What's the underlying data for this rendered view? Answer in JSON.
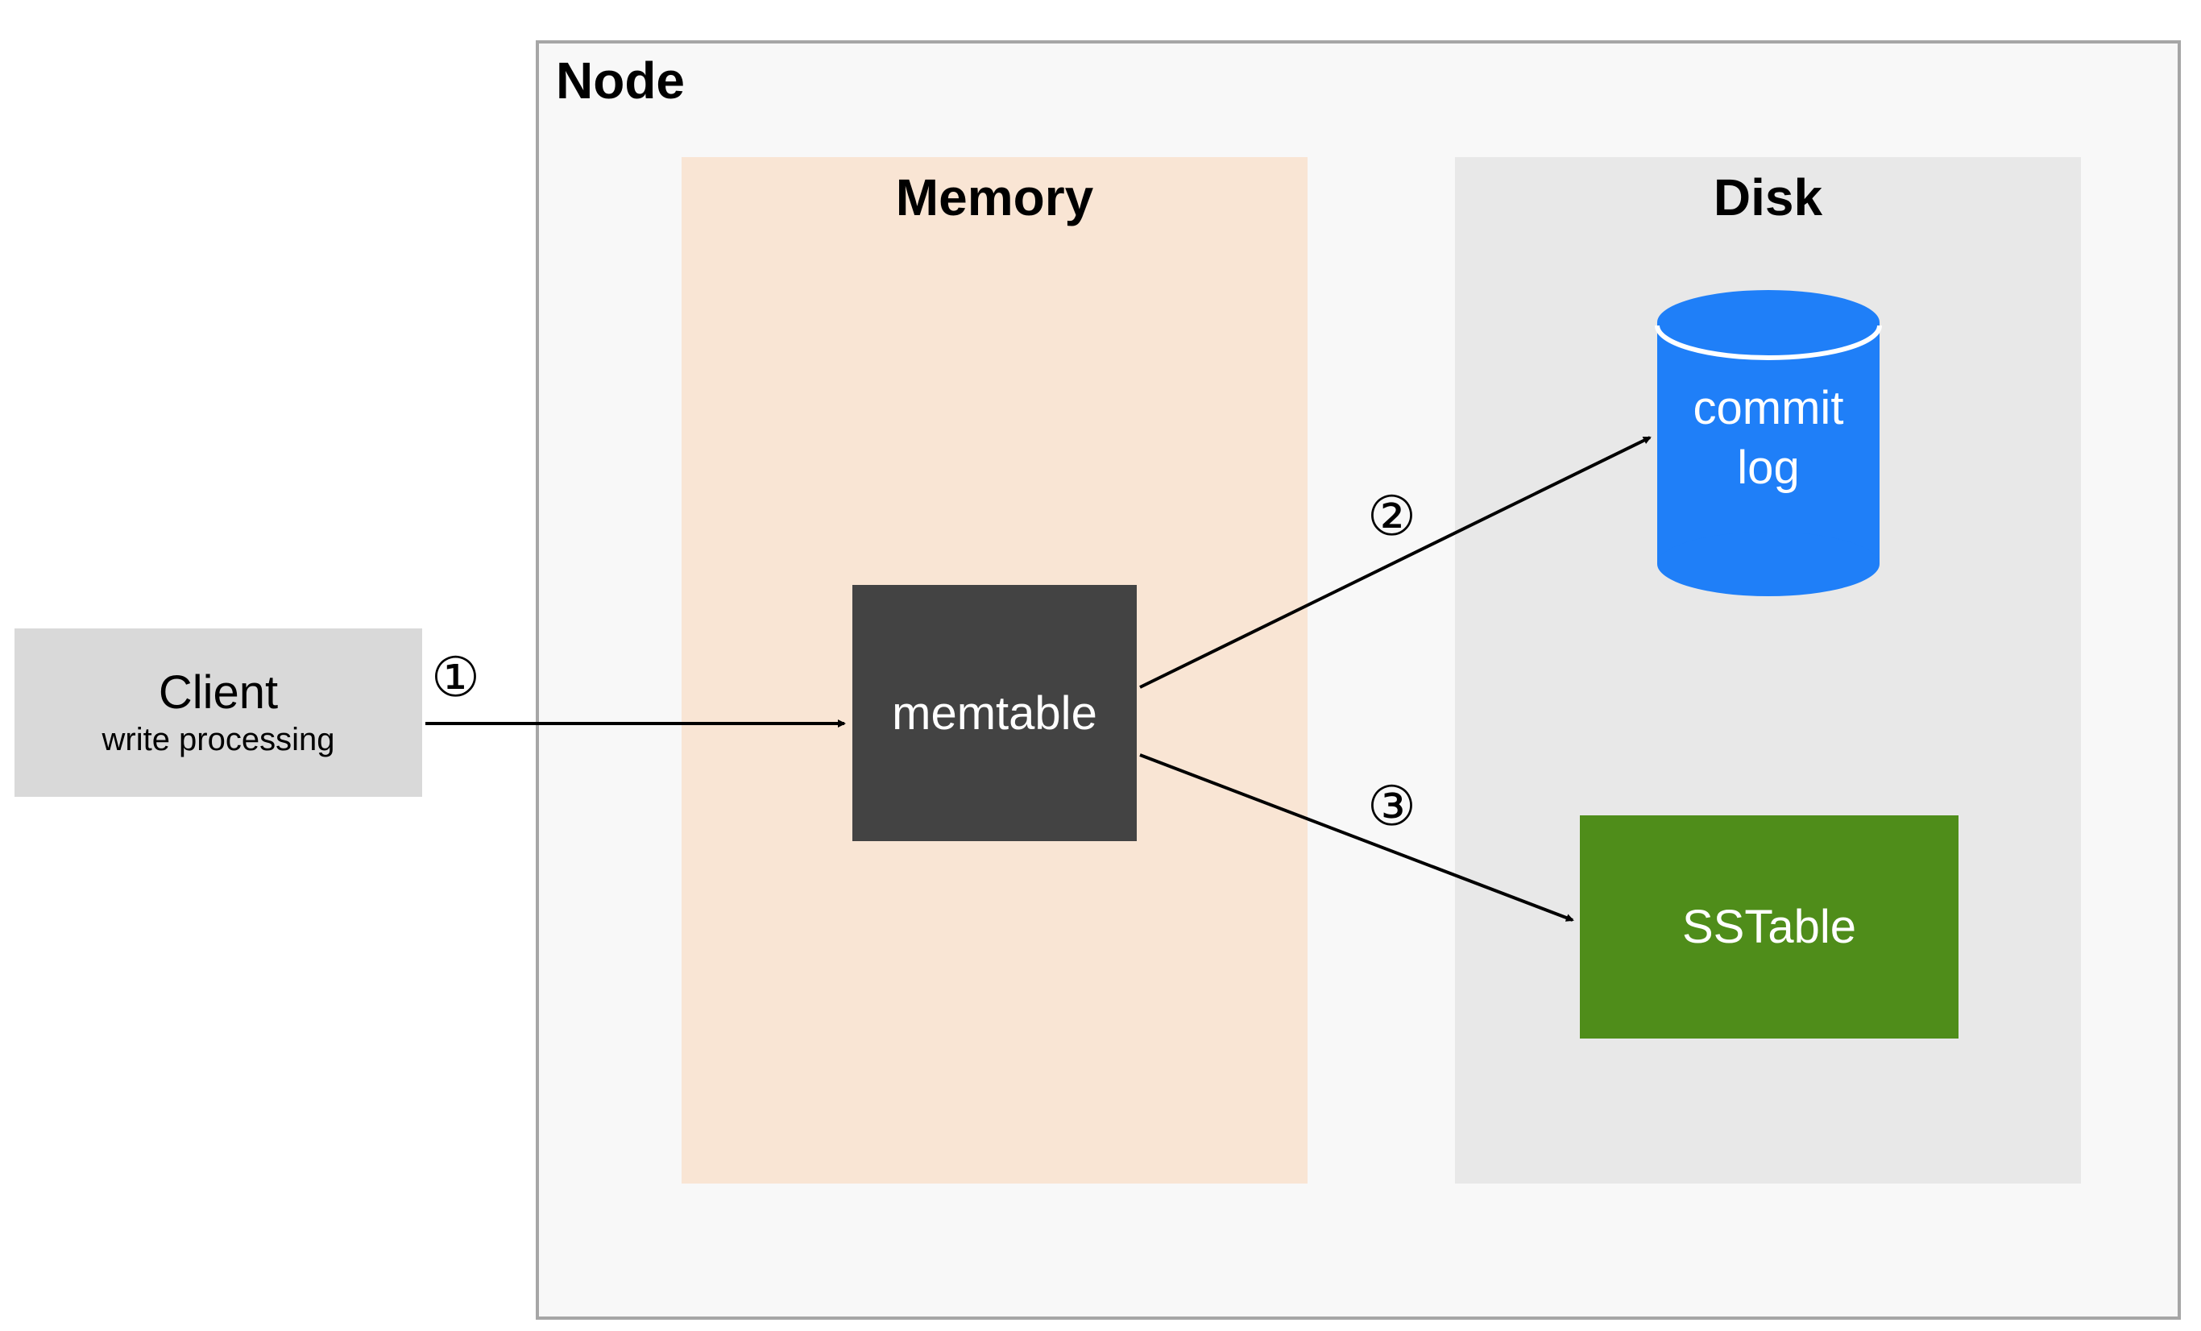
{
  "node": {
    "title": "Node"
  },
  "memory": {
    "title": "Memory",
    "memtable_label": "memtable"
  },
  "disk": {
    "title": "Disk",
    "commit_log": {
      "line1": "commit",
      "line2": "log"
    },
    "sstable_label": "SSTable"
  },
  "client": {
    "label": "Client",
    "sublabel": "write processing"
  },
  "steps": {
    "one": "①",
    "two": "②",
    "three": "③"
  },
  "colors": {
    "node_bg": "#f8f8f8",
    "node_border": "#a6a6a6",
    "memory_bg": "#f9e5d4",
    "disk_bg": "#e8e8e8",
    "client_bg": "#d9d9d9",
    "memtable_bg": "#434343",
    "commit_log": "#1f7ff8",
    "sstable_bg": "#4f8d1a"
  }
}
